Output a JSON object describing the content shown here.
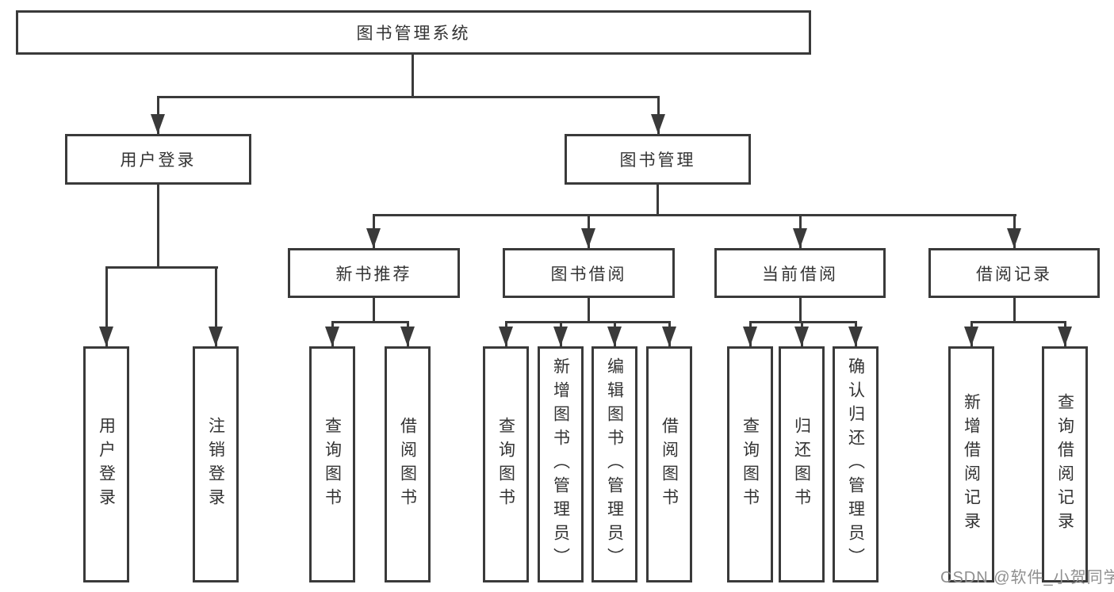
{
  "diagram": {
    "root": {
      "label": "图书管理系统"
    },
    "branches": [
      {
        "label": "用户登录",
        "children": [
          {
            "label": "用户登录"
          },
          {
            "label": "注销登录"
          }
        ]
      },
      {
        "label": "图书管理",
        "children": [
          {
            "label": "新书推荐",
            "children": [
              {
                "label": "查询图书"
              },
              {
                "label": "借阅图书"
              }
            ]
          },
          {
            "label": "图书借阅",
            "children": [
              {
                "label": "查询图书"
              },
              {
                "label": "新增图书（管理员）"
              },
              {
                "label": "编辑图书（管理员）"
              },
              {
                "label": "借阅图书"
              }
            ]
          },
          {
            "label": "当前借阅",
            "children": [
              {
                "label": "查询图书"
              },
              {
                "label": "归还图书"
              },
              {
                "label": "确认归还（管理员）"
              }
            ]
          },
          {
            "label": "借阅记录",
            "children": [
              {
                "label": "新增借阅记录"
              },
              {
                "label": "查询借阅记录"
              }
            ]
          }
        ]
      }
    ]
  },
  "watermark": {
    "text": "CSDN @软件_小贺同学"
  },
  "colors": {
    "line": "#3a3a3a",
    "text": "#333333",
    "watermark": "#8f8f8f",
    "background": "#ffffff"
  }
}
